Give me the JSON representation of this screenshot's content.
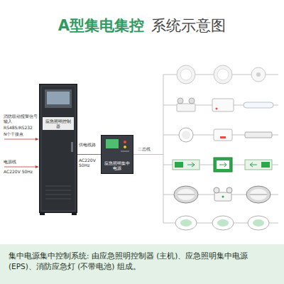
{
  "diagram": {
    "title": "A型集电集控",
    "caption": "集中电源集中控制系统: 由应急照明控制器 (主机)、应急照明集中电源 (EPS)、消防应急灯 (不带电池) 组成。",
    "nodes": [
      {
        "text": [
          "应急照明控制器"
        ]
      },
      {
        "text": [
          "应急照明集中电源"
        ]
      }
    ],
    "edges": [
      {
        "from": 0,
        "to": 1,
        "arrow": "none"
      }
    ],
    "labels": [
      "系统示意图",
      "消防联动报警信号输入",
      "RS485/RS232",
      "N个干接点",
      "电源线",
      "AC220V 50Hz",
      "供电线路",
      "AC220V 50Hz",
      "二总线"
    ]
  }
}
